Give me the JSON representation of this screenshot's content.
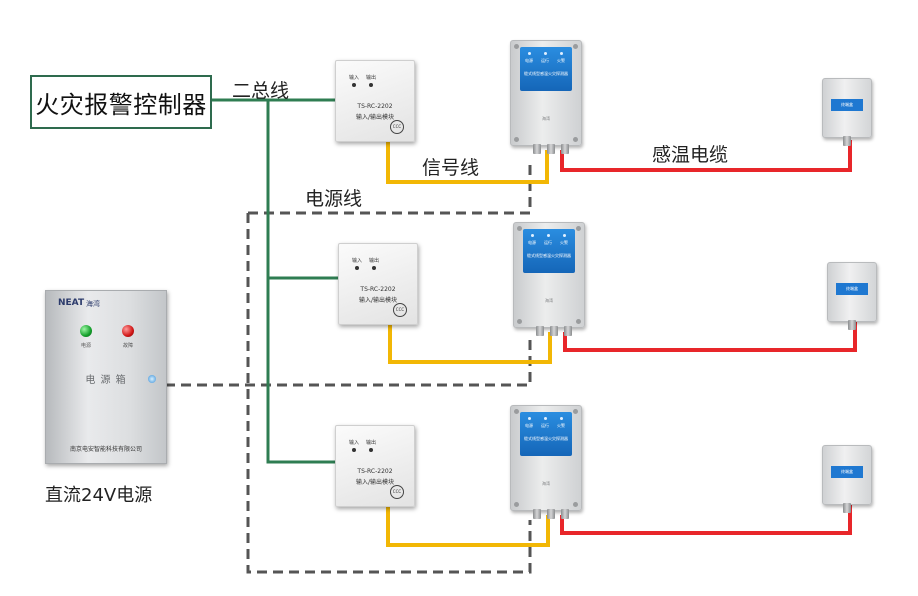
{
  "controller": {
    "label": "火灾报警控制器"
  },
  "labels": {
    "bus": "二总线",
    "power_line": "电源线",
    "signal_line": "信号线",
    "cable": "感温电缆",
    "psu": "直流24V电源"
  },
  "module": {
    "io_in": "输入",
    "io_out": "输出",
    "model": "TS-RC-2202",
    "name": "输入/输出模块",
    "cert": "CCC"
  },
  "transducer": {
    "ind1": "电源",
    "ind2": "运行",
    "ind3": "火警",
    "title": "缆式线型感温火灾探测器",
    "maker": "海湾"
  },
  "sensor": {
    "label": "终端盒"
  },
  "psu_box": {
    "brand": "NEAT",
    "brand_cn": "海湾",
    "led1": "电源",
    "led2": "故障",
    "name": "电 源 箱",
    "maker": "南京电安智能科技有限公司"
  },
  "colors": {
    "bus": "#2f7d52",
    "power_dashed": "#555555",
    "signal": "#f2b705",
    "cable": "#e8262a",
    "controller_border": "#2e6b4e"
  }
}
